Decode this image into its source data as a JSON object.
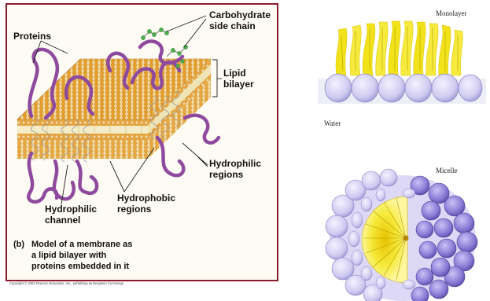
{
  "membrane_figure": {
    "labels": {
      "carbohydrate_line1": "Carbohydrate",
      "carbohydrate_line2": "side chain",
      "proteins": "Proteins",
      "lipid_line1": "Lipid",
      "lipid_line2": "bilayer",
      "hydrophilic_regions_line1": "Hydrophilic",
      "hydrophilic_regions_line2": "regions",
      "hydrophobic_regions_line1": "Hydrophobic",
      "hydrophobic_regions_line2": "regions",
      "hydrophilic_channel_line1": "Hydrophilic",
      "hydrophilic_channel_line2": "channel"
    },
    "caption": {
      "tag": "(b)",
      "line1": "Model of a membrane as",
      "line2": "a lipid bilayer with",
      "line3": "proteins embedded in it"
    },
    "copyright": "Copyright © 2003 Pearson Education, Inc., publishing as Benjamin Cummings."
  },
  "monolayer_figure": {
    "title": "Monolayer",
    "water_label": "Water"
  },
  "micelle_figure": {
    "title": "Micelle"
  },
  "colors": {
    "frame": "#8b1a2b",
    "head_orange": "#e8a02a",
    "bilayer_core": "#f4ecc6",
    "protein_purple": "#8e4a9e",
    "carbohydrate_green": "#4caf50",
    "lipid_yellow": "#f2e21a",
    "bead_lavender": "#c9c4ee",
    "bead_purple": "#7f6fcf"
  }
}
